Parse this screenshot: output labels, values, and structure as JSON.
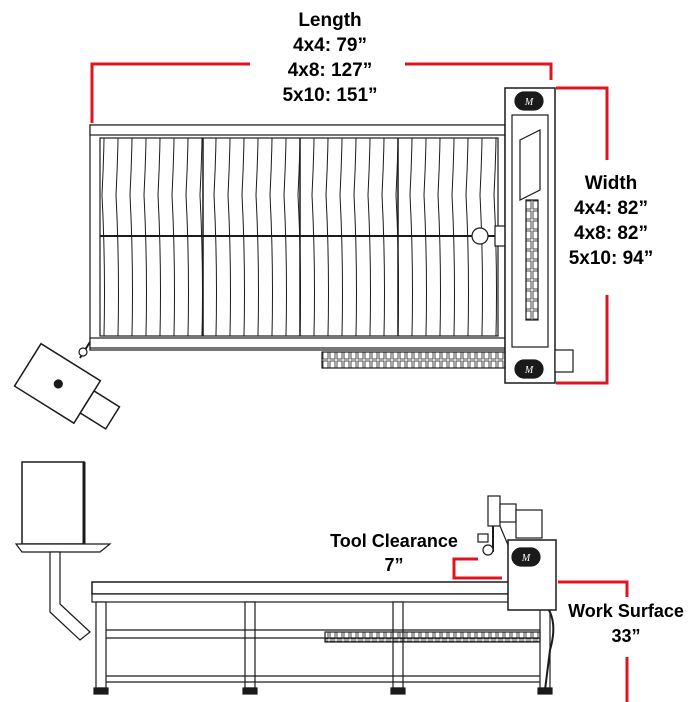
{
  "dimensions": {
    "length": {
      "title": "Length",
      "lines": [
        "4x4: 79”",
        "4x8: 127”",
        "5x10: 151”"
      ]
    },
    "width": {
      "title": "Width",
      "lines": [
        "4x4: 82”",
        "4x8: 82”",
        "5x10: 94”"
      ]
    },
    "tool_clearance": {
      "title": "Tool Clearance",
      "value": "7”"
    },
    "work_surface": {
      "title": "Work Surface",
      "value": "33”"
    }
  },
  "colors": {
    "dimension_line": "#e0141e",
    "drawing": "#1a1a1a"
  },
  "icons": {
    "brand_logo": "logo-icon"
  }
}
